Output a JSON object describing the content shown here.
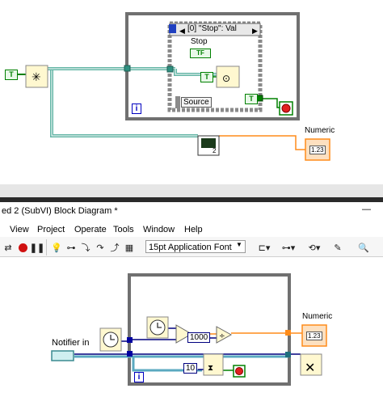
{
  "top_diagram": {
    "case_selector_label": "[0] \"Stop\": Val",
    "stop_label": "Stop",
    "tf_constant": "TF",
    "bool_const_left": "T",
    "bool_const_inner": "T",
    "bool_const_right": "T",
    "source_label": "Source",
    "loop_index": "i",
    "count_label": "2",
    "numeric_label": "Numeric",
    "numeric_indicator": "1.23"
  },
  "window": {
    "title": "ed 2 (SubVI) Block Diagram *",
    "minimize_glyph": "—",
    "menu": [
      "View",
      "Project",
      "Operate",
      "Tools",
      "Window",
      "Help"
    ],
    "font_selector": "15pt Application Font"
  },
  "bottom_diagram": {
    "notifier_label": "Notifier in",
    "constant_1000": "1000",
    "constant_10": "10",
    "loop_index": "i",
    "numeric_label": "Numeric",
    "numeric_indicator": "1.23"
  },
  "colors": {
    "wire_cluster": "#63b5a5",
    "wire_bool": "#008000",
    "wire_numeric": "#ff8c1a",
    "wire_refnum": "#00007f",
    "loop_border": "#707070",
    "loop_index_blue": "#0000c0"
  }
}
